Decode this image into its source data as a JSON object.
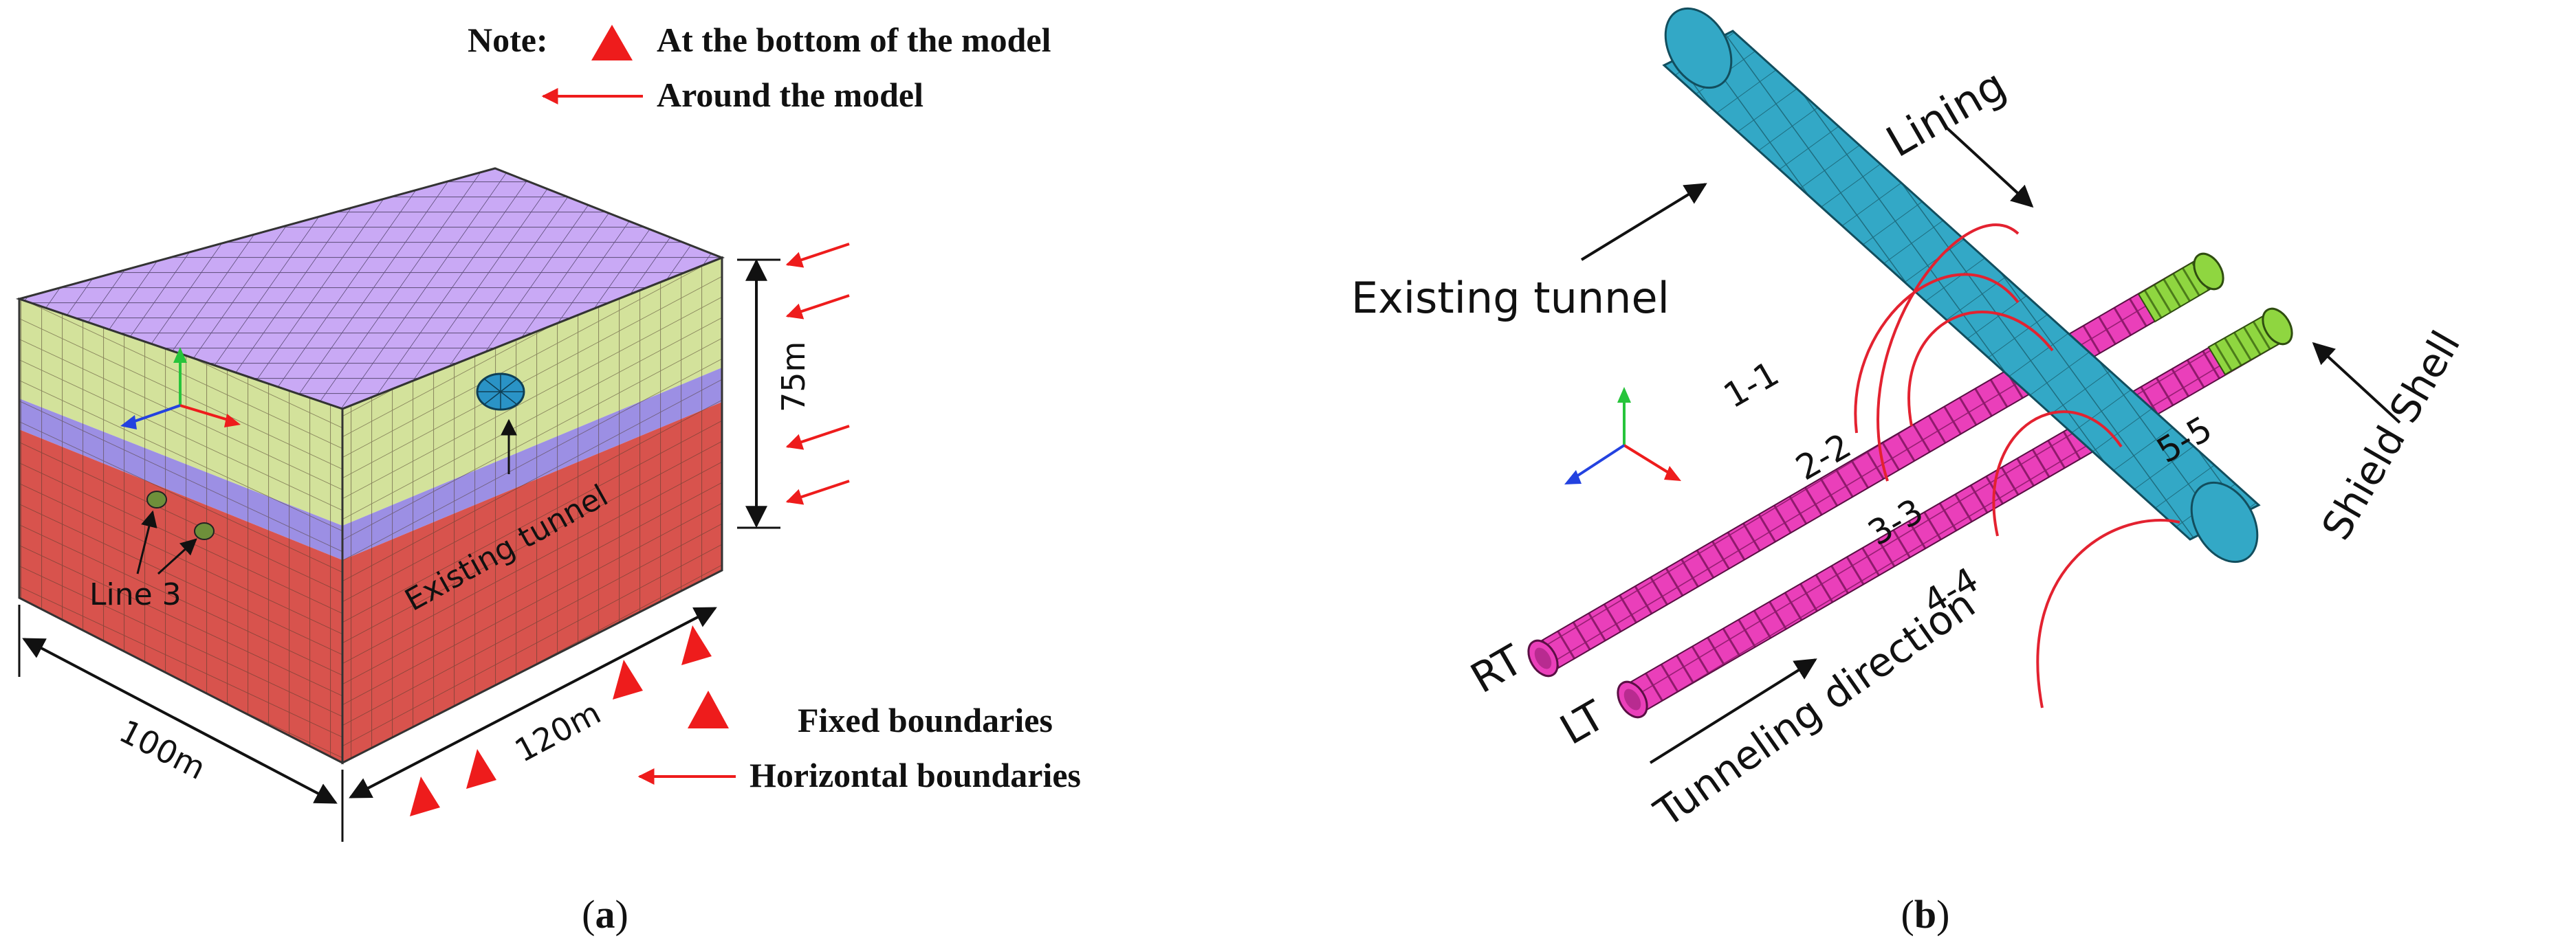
{
  "panel_a": {
    "label": "a",
    "note_label": "Note:",
    "note_bottom": "At the bottom of the model",
    "note_around": "Around the model",
    "dim_height": "75m",
    "dim_length": "120m",
    "dim_width": "100m",
    "label_existing_tunnel": "Existing tunnel",
    "label_line3": "Line 3",
    "legend_fixed": "Fixed boundaries",
    "legend_horizontal": "Horizontal boundaries",
    "colors": {
      "top_layer": "#c9a9f5",
      "upper_layer": "#d3e29b",
      "middle_layer": "#9c8fe4",
      "lower_layer": "#d8534d",
      "tunnel": "#2a93c6",
      "marker": "#ee1c1c"
    }
  },
  "panel_b": {
    "label": "b",
    "label_existing_tunnel": "Existing tunnel",
    "label_lining": "Lining",
    "label_shield_shell": "Shield Shell",
    "label_rt": "RT",
    "label_lt": "LT",
    "label_tunneling_direction": "Tunneling direction",
    "sections": [
      "1-1",
      "2-2",
      "3-3",
      "4-4",
      "5-5"
    ],
    "colors": {
      "existing_tunnel": "#33a8c6",
      "new_tunnels": "#ea3fba",
      "shield": "#8fd640",
      "section_rings": "#e32230"
    }
  }
}
